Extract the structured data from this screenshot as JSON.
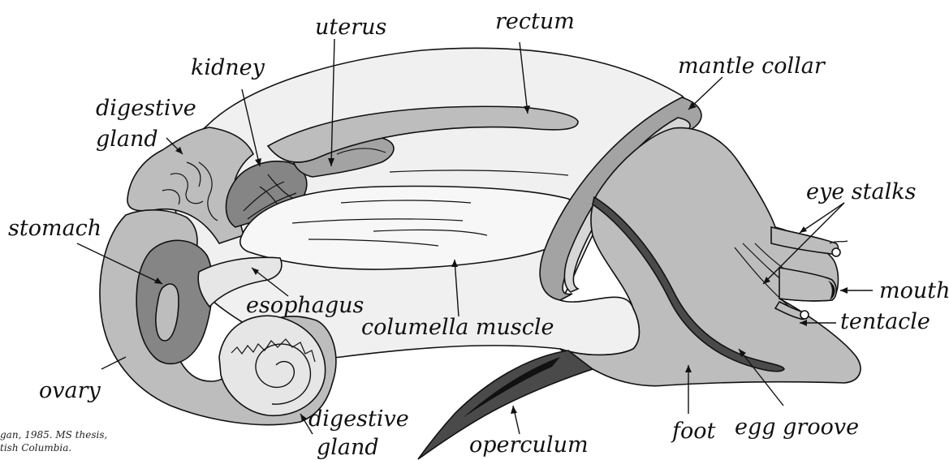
{
  "labels": {
    "uterus": "uterus",
    "rectum": "rectum",
    "kidney": "kidney",
    "mantle_collar": "mantle collar",
    "digestive_gland_top_1": "digestive",
    "digestive_gland_top_2": "gland",
    "eye_stalks": "eye stalks",
    "stomach": "stomach",
    "mouth": "mouth",
    "esophagus": "esophagus",
    "tentacle": "tentacle",
    "columella_muscle": "columella muscle",
    "ovary": "ovary",
    "digestive_gland_bottom_1": "digestive",
    "digestive_gland_bottom_2": "gland",
    "foot": "foot",
    "egg_groove": "egg groove",
    "operculum": "operculum"
  },
  "citation": {
    "line1": "gan, 1985. MS thesis,",
    "line2": "tish Columbia."
  },
  "colors": {
    "light": "#f0f0f0",
    "medium": "#bdbdbd",
    "mid_dark": "#a3a3a3",
    "dark": "#858585",
    "very_dark": "#4a4a4a",
    "black": "#111111"
  }
}
